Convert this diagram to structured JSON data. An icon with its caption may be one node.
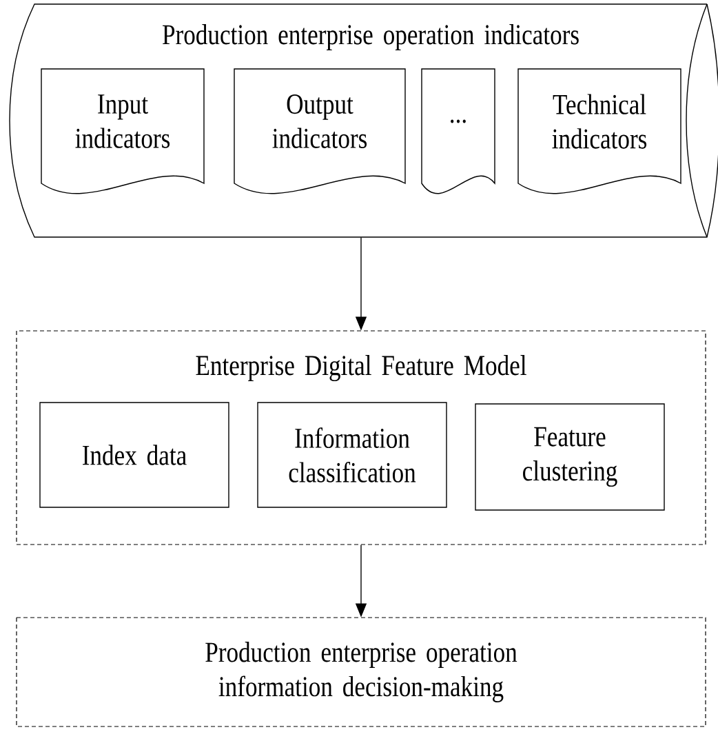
{
  "diagram": {
    "nodes": [
      {
        "text": [
          "Production enterprise operation indicators"
        ]
      },
      {
        "text": [
          "Input indicators"
        ],
        "in": 0
      },
      {
        "text": [
          "Output indicators"
        ],
        "in": 0
      },
      {
        "text": [
          "..."
        ],
        "in": 0
      },
      {
        "text": [
          "Technical indicators"
        ],
        "in": 0
      },
      {
        "text": [
          "Enterprise Digital Feature Model"
        ]
      },
      {
        "text": [
          "Index data"
        ],
        "in": 5
      },
      {
        "text": [
          "Information classification"
        ],
        "in": 5
      },
      {
        "text": [
          "Feature clustering"
        ],
        "in": 5
      },
      {
        "text": [
          "Production enterprise operation information decision-making"
        ]
      }
    ],
    "edges": [
      {
        "from": 0,
        "to": 5,
        "arrow": "to"
      },
      {
        "from": 5,
        "to": 9,
        "arrow": "to"
      }
    ]
  }
}
